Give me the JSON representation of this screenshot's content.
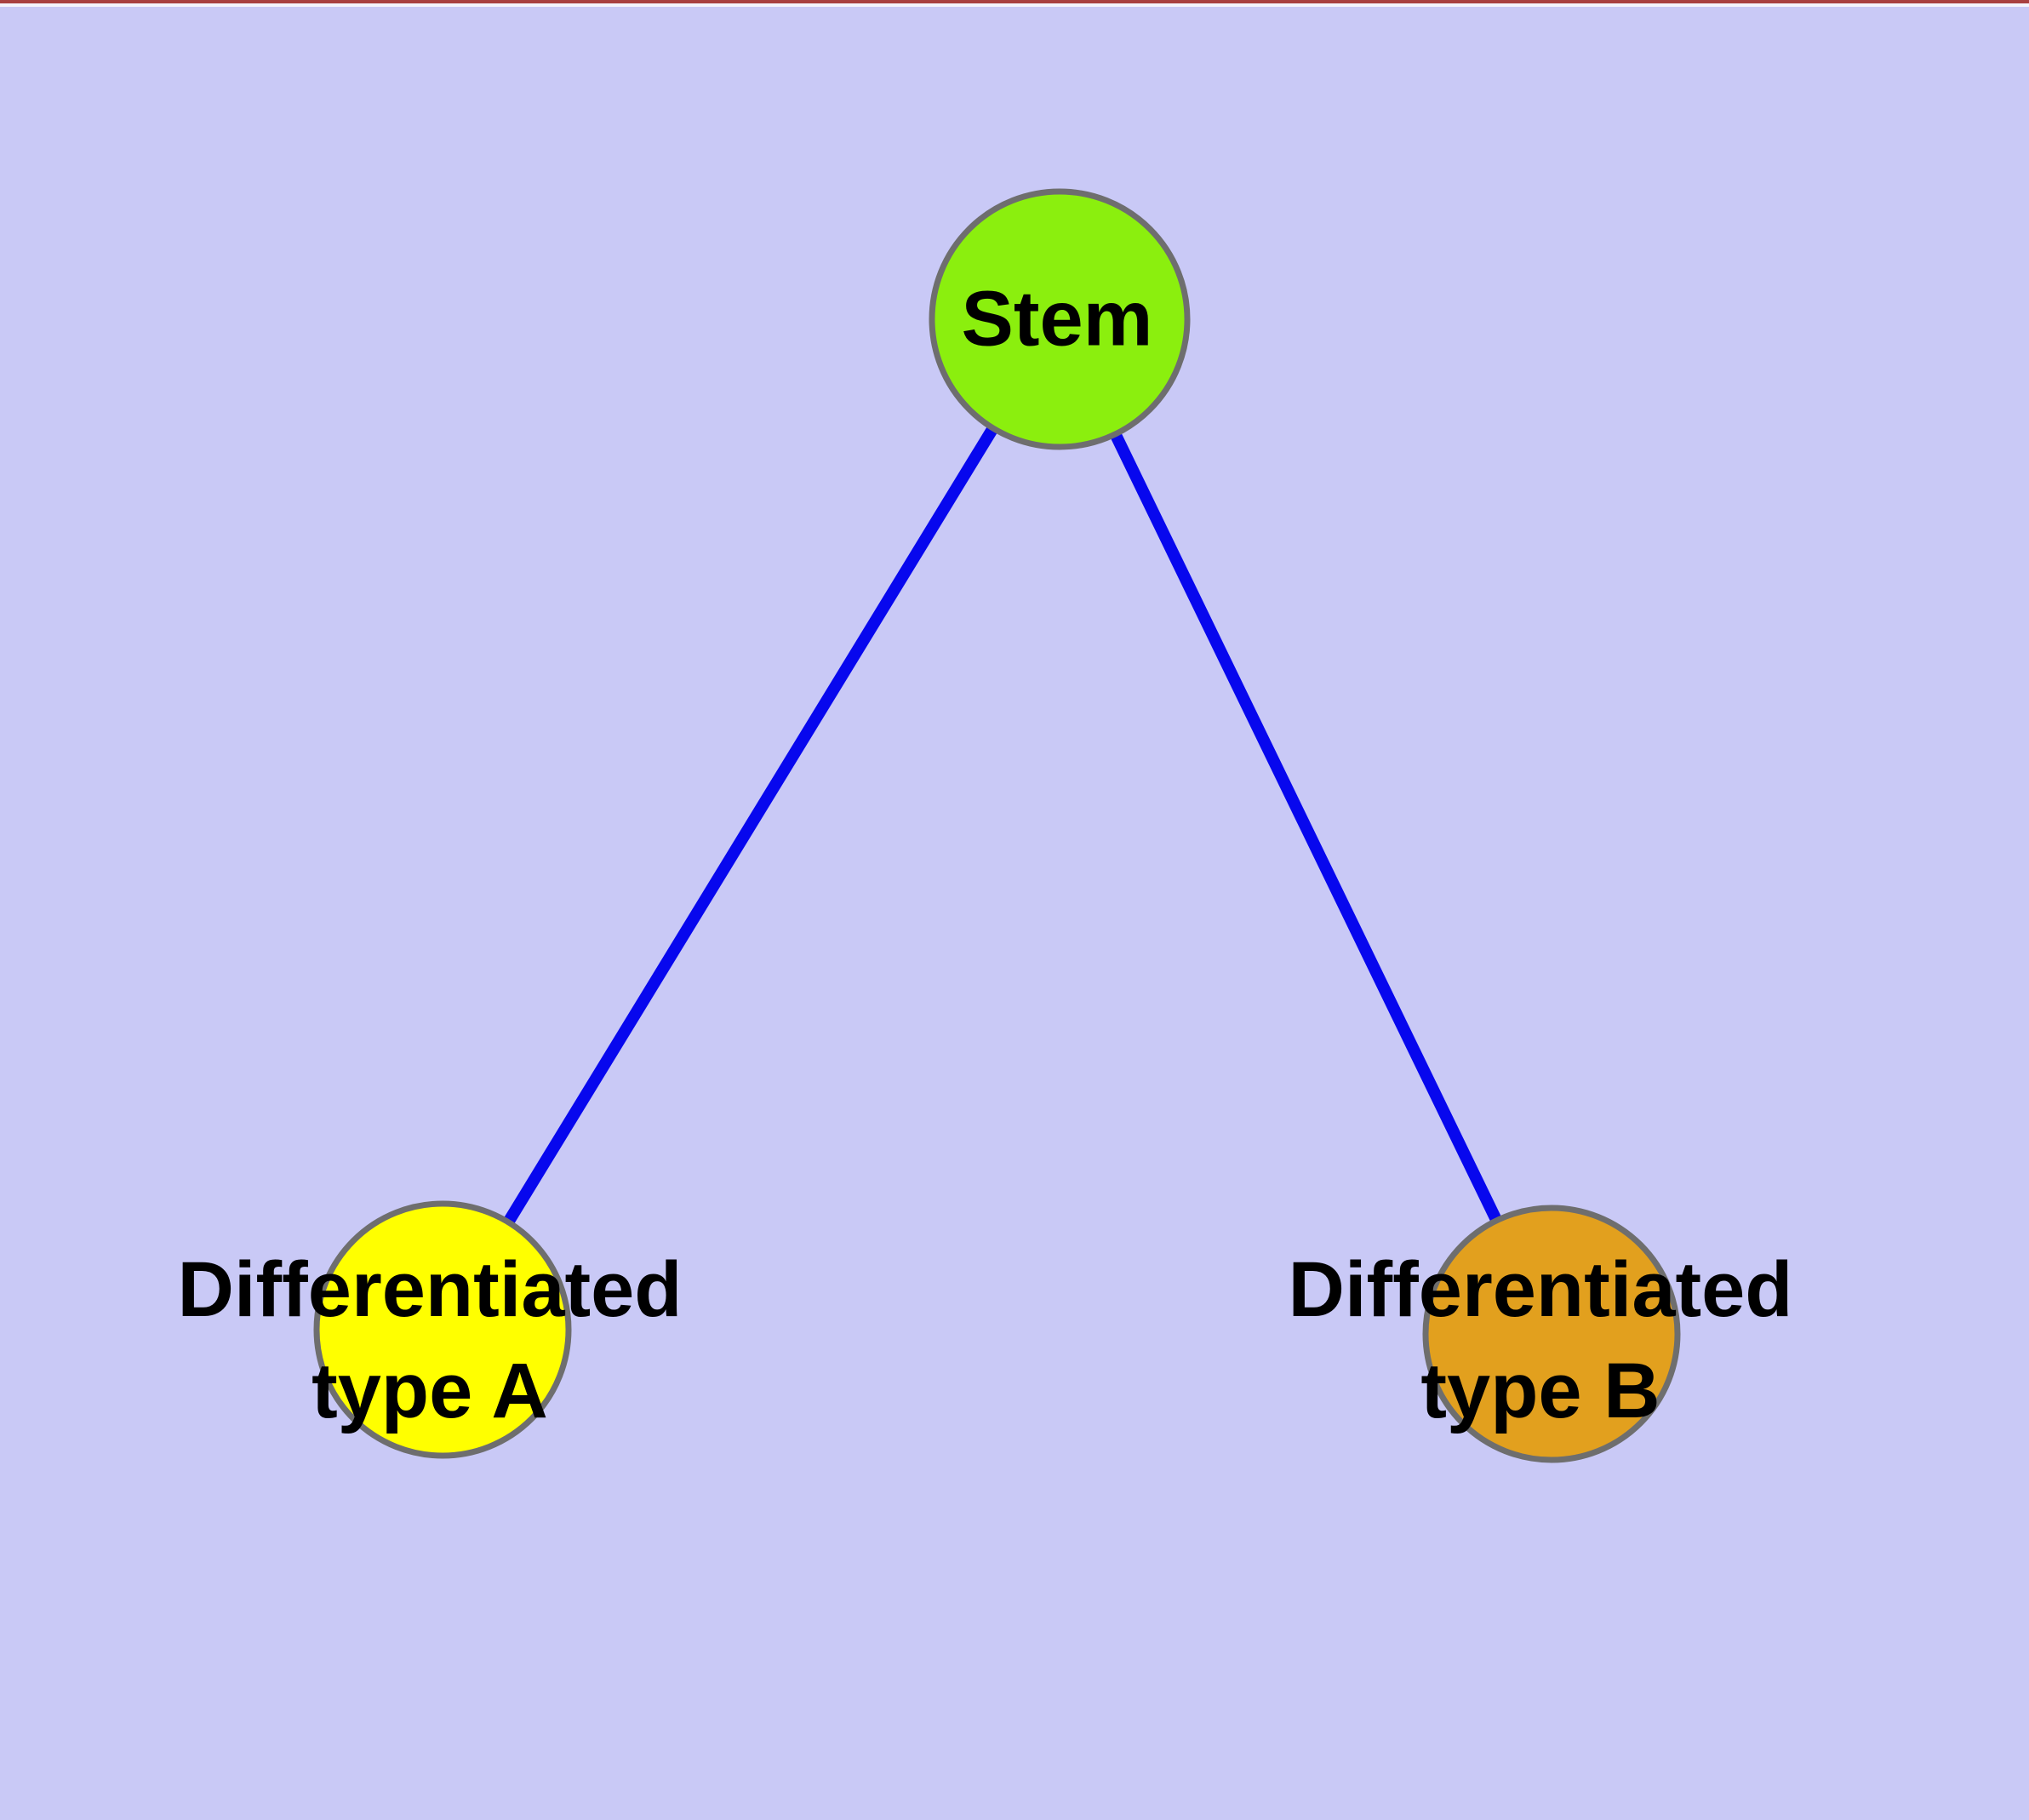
{
  "diagram": {
    "background_color": "#c9c9f6",
    "edge_color": "#0707ee",
    "node_stroke_color": "#6e6e6e",
    "label_color": "#000000",
    "nodes": {
      "stem": {
        "label": "Stem",
        "color": "#8bef0e"
      },
      "type_a": {
        "label_line1": "Differentiated",
        "label_line2": "type A",
        "color": "#ffff00"
      },
      "type_b": {
        "label_line1": "Differentiated",
        "label_line2": "type B",
        "color": "#e2a01e"
      }
    },
    "edges": [
      {
        "from": "Stem",
        "to": "Differentiated type A"
      },
      {
        "from": "Stem",
        "to": "Differentiated type B"
      }
    ]
  }
}
